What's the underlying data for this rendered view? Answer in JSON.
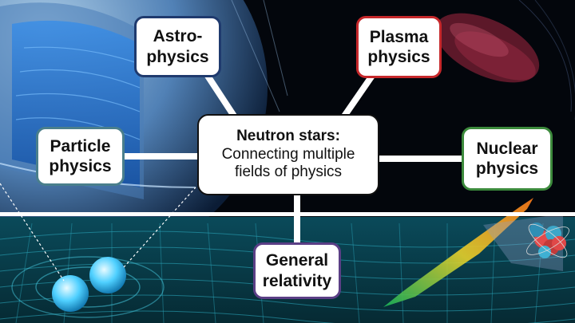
{
  "center": {
    "title": "Neutron stars:",
    "line2": "Connecting multiple",
    "line3": "fields of physics"
  },
  "fields": {
    "astrophysics": {
      "line1": "Astro-",
      "line2": "physics",
      "color": "#1f3a6e"
    },
    "plasma": {
      "line1": "Plasma",
      "line2": "physics",
      "color": "#c6282b"
    },
    "particle": {
      "line1": "Particle",
      "line2": "physics",
      "color": "#4a7f8c"
    },
    "nuclear": {
      "line1": "Nuclear",
      "line2": "physics",
      "color": "#3c8a3c"
    },
    "gr": {
      "line1": "General",
      "line2": "relativity",
      "color": "#5b3f86"
    }
  },
  "colors": {
    "connector": "#ffffff",
    "grid": "#2aa3b8",
    "star": "#6fd8ff"
  }
}
